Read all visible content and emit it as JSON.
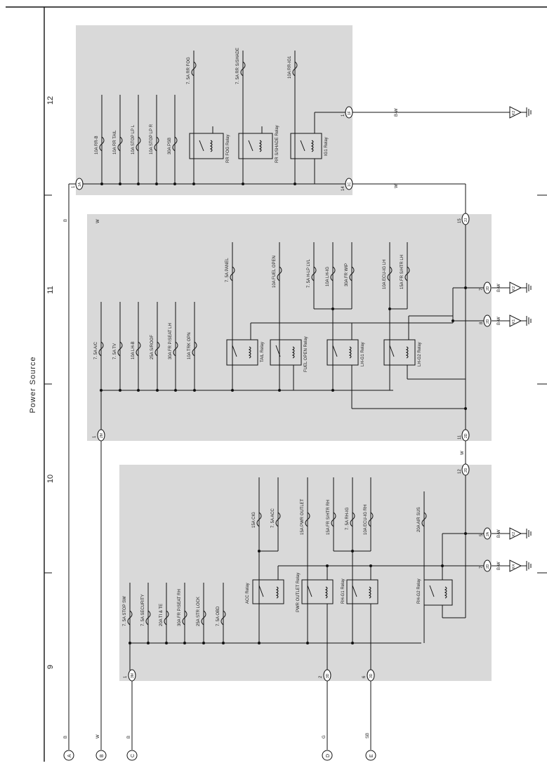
{
  "title": "Power Source",
  "sections": [
    "9",
    "10",
    "11",
    "12"
  ],
  "box1": {
    "fuses": [
      "10A RR-B",
      "10A RR TAIL",
      "10A STOP LP L",
      "10A STOP LP R",
      "30A PSB"
    ],
    "upper_fuses": [
      "7. 5A RR FOG",
      "7. 5A RR S/SHADE",
      "10A RR-IG1"
    ],
    "relays": [
      "RR FOG Relay",
      "RR S/SHADE Relay",
      "IG1 Relay"
    ],
    "connectors": [
      {
        "pin": "1",
        "code": "1A"
      },
      {
        "pin": "1",
        "code": "1F"
      },
      {
        "pin": "14",
        "code": "1C"
      }
    ],
    "wires": [
      "B-W",
      "W"
    ]
  },
  "box2": {
    "fuses": [
      "7. 5A A/C",
      "7. 5A TV",
      "10A LH-B",
      "25A S/ROOF",
      "30A FR P/SEAT LH",
      "10A TRK OPN"
    ],
    "upper_fuses": [
      "7. 5A PANEL",
      "10A FUEL OPEN",
      "7. 5A H-LP LVL",
      "10A LH-IG",
      "30A FR WIP",
      "10A ECU-IG LH",
      "15A FR S/HTR LH"
    ],
    "relays": [
      "TAIL Relay",
      "FUEL OPEN Relay",
      "LH-G1 Relay",
      "LH-G2 Relay"
    ],
    "connectors": [
      {
        "pin": "15",
        "code": "2J"
      },
      {
        "pin": "7",
        "code": "2D"
      },
      {
        "pin": "8",
        "code": "2D"
      },
      {
        "pin": "1",
        "code": "2M"
      },
      {
        "pin": "11",
        "code": "2D"
      }
    ],
    "wires": [
      "B-W",
      "B-W",
      "W"
    ]
  },
  "box3": {
    "fuses": [
      "7. 5A STOP SW",
      "7. 5A SECURITY",
      "20A TI & TE",
      "30A FR P/SEAT RH",
      "25A STR LOCK",
      "7. 5A OBD"
    ],
    "upper_fuses": [
      "15A CIG",
      "7. 5A ACC",
      "15A PWR OUTLET",
      "15A FR S/HTR RH",
      "7. 5A RH-IG",
      "10A ECU-IG RH",
      "20A AIR SUS"
    ],
    "relays": [
      "ACC Relay",
      "PWR OUTLET Relay",
      "RH-G1 Relay",
      "RH-G2 Relay"
    ],
    "connectors": [
      {
        "pin": "12",
        "code": "2D"
      },
      {
        "pin": "5",
        "code": "2A"
      },
      {
        "pin": "7",
        "code": "2D"
      },
      {
        "pin": "1",
        "code": "3M"
      },
      {
        "pin": "2",
        "code": "3D"
      },
      {
        "pin": "6",
        "code": "3D"
      }
    ],
    "wires": [
      "B-W",
      "B-W"
    ]
  },
  "grounds": [
    "K2",
    "K2",
    "K1",
    "K2",
    "K4"
  ],
  "terminals": [
    {
      "letter": "A",
      "wire": "B"
    },
    {
      "letter": "B",
      "wire": "W"
    },
    {
      "letter": "C",
      "wire": "B"
    },
    {
      "letter": "D",
      "wire": "G"
    },
    {
      "letter": "E",
      "wire": "SB"
    }
  ],
  "side_wires": [
    "B",
    "W"
  ]
}
